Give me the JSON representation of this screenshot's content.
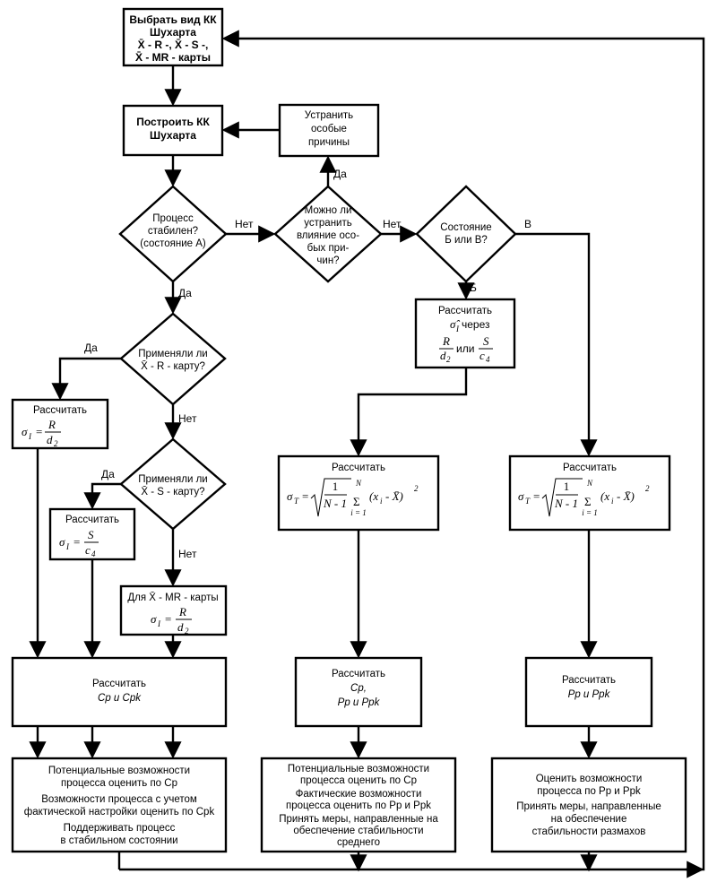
{
  "nodes": {
    "select_chart": [
      "Выбрать вид КК",
      "Шухарта",
      "X̄ - R -, X̄ - S -,",
      "X̄ - MR - карты"
    ],
    "build_chart": [
      "Построить КК",
      "Шухарта"
    ],
    "eliminate": [
      "Устранить",
      "особые",
      "причины"
    ],
    "stable_q": [
      "Процесс",
      "стабилен?",
      "(состояние А)"
    ],
    "can_eliminate_q": [
      "Можно ли",
      "устранить",
      "влияние осо-",
      "бых при-",
      "чин?"
    ],
    "state_q": [
      "Состояние",
      "Б или В?"
    ],
    "xr_q": [
      "Применяли ли",
      "X̄ - R - карту?"
    ],
    "xs_q": [
      "Применяли ли",
      "X̄ - S - карту?"
    ],
    "calc_r": "Рассчитать",
    "calc_s": "Рассчитать",
    "calc_mr": "Для X̄ - MR - карты",
    "calc_sigma_b_1": "Рассчитать",
    "calc_sigma_b_2": "σ̂",
    "calc_sigma_b_3": "через",
    "calc_sigma_b_or": "или",
    "calc_t_mid": "Рассчитать",
    "calc_t_right": "Рассчитать",
    "cp": [
      "Рассчитать",
      "Cp и Cpk"
    ],
    "cp_mid": [
      "Рассчитать",
      "Cp,",
      "Pp и Ppk"
    ],
    "pp_right": [
      "Рассчитать",
      "Pp и Ppk"
    ],
    "out_left": [
      "Потенциальные возможности",
      "процесса оценить по Cp",
      "Возможности процесса с учетом",
      "фактической настройки оценить по Cpk",
      "Поддерживать процесс",
      "в стабильном состоянии"
    ],
    "out_mid": [
      "Потенциальные возможности",
      "процесса оценить по Cp",
      "Фактические возможности",
      "процесса оценить по Pp и Ppk",
      "Принять меры, направленные на",
      "обеспечение стабильности",
      "среднего"
    ],
    "out_right": [
      "Оценить возможности",
      "процесса по Pp и Ppk",
      "Принять меры, направленные",
      "на обеспечение",
      "стабильности размахов"
    ]
  },
  "labels": {
    "yes": "Да",
    "no": "Нет",
    "b": "Б",
    "v": "В"
  },
  "formula": {
    "sigma": "σ",
    "sub_i": "I",
    "sub_t": "T",
    "R": "R",
    "S": "S",
    "d2": "d",
    "c4": "c",
    "sub_2": "2",
    "sub_4": "4",
    "one": "1",
    "n_minus_1": "N - 1",
    "N": "N",
    "i1": "i = 1",
    "x_i": "(x",
    "x_bar": "- X̄)",
    "sq": "2"
  }
}
